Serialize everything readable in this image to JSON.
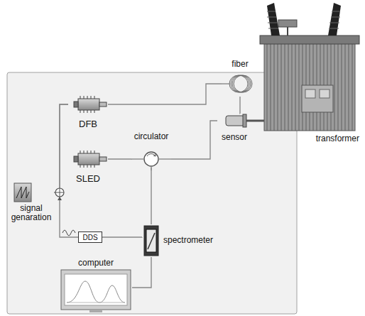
{
  "diagram": {
    "nodes": [
      {
        "text": [
          "signal genaration"
        ]
      },
      {
        "text": [
          "DFB"
        ]
      },
      {
        "text": [
          "SLED"
        ]
      },
      {
        "text": [
          "circulator"
        ]
      },
      {
        "text": [
          "DDS"
        ]
      },
      {
        "text": [
          "spectrometer"
        ]
      },
      {
        "text": [
          "computer"
        ]
      },
      {
        "text": [
          "fiber"
        ]
      },
      {
        "text": [
          "sensor"
        ]
      },
      {
        "text": [
          "transformer"
        ]
      }
    ],
    "edges": [
      {
        "from": 0,
        "to": 1,
        "arrow": "none"
      },
      {
        "from": 4,
        "to": 1,
        "arrow": "none"
      },
      {
        "from": 1,
        "to": 7,
        "arrow": "none"
      },
      {
        "from": 7,
        "to": 8,
        "arrow": "none"
      },
      {
        "from": 2,
        "to": 3,
        "arrow": "none"
      },
      {
        "from": 3,
        "to": 8,
        "arrow": "none"
      },
      {
        "from": 3,
        "to": 5,
        "arrow": "none"
      },
      {
        "from": 4,
        "to": 5,
        "arrow": "none"
      },
      {
        "from": 5,
        "to": 6,
        "arrow": "none"
      }
    ]
  }
}
